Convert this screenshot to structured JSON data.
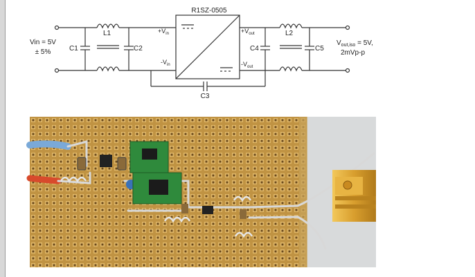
{
  "schematic": {
    "converter_name": "R1SZ-0505",
    "vin_label": "Vin = 5V",
    "vin_tol": "± 5%",
    "c1": "C1",
    "l1": "L1",
    "c2": "C2",
    "pin_vin_plus": "+V",
    "pin_vin_minus": "-V",
    "pin_in_sub": "in",
    "pin_vout_plus": "+V",
    "pin_vout_minus": "-V",
    "pin_out_sub": "out",
    "c3": "C3",
    "c4": "C4",
    "l2": "L2",
    "c5": "C5",
    "vout_main": "V",
    "vout_sub": "out,iso",
    "vout_value": " = 5V,",
    "ripple": "2mVp-p"
  },
  "photo": {
    "description_colors": {
      "board": "#b98a3c",
      "pad": "#6b4a1c",
      "module_green": "#2f8a3c",
      "cable_blue": "#6fa3d6",
      "cable_red": "#d8432a",
      "resistor_gold": "#d9a53a",
      "background": "#d7d9da"
    }
  }
}
